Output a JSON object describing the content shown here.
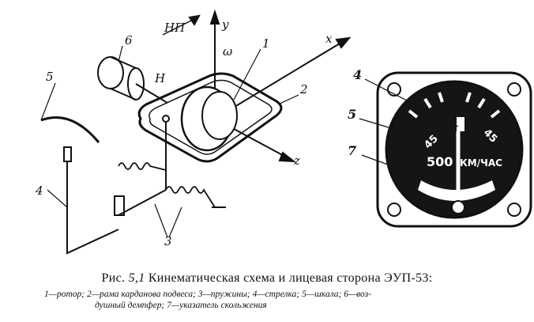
{
  "labels": {
    "np": "НП",
    "y": "у",
    "w": "ω",
    "x": "x",
    "z": "z",
    "h": "Н",
    "n1": "1",
    "n2": "2",
    "n3": "3",
    "n4_left": "4",
    "n5_left": "5",
    "n6": "6",
    "n4_right": "4",
    "n5_right": "5",
    "n7_right": "7"
  },
  "dial": {
    "left_45": "45",
    "right_45": "45",
    "speed": "500",
    "unit": "КМ/ЧАС"
  },
  "caption": {
    "prefix": "Рис.",
    "number": "5,1",
    "title": "Кинематическая схема и лицевая сторона ЭУП-53:",
    "line2": "1—ротор; 2—рама карданова подвеса; 3—пружины; 4—стрелка; 5—шкала; 6—воз-",
    "line3": "душный демпфер; 7—указатель скольжения"
  }
}
